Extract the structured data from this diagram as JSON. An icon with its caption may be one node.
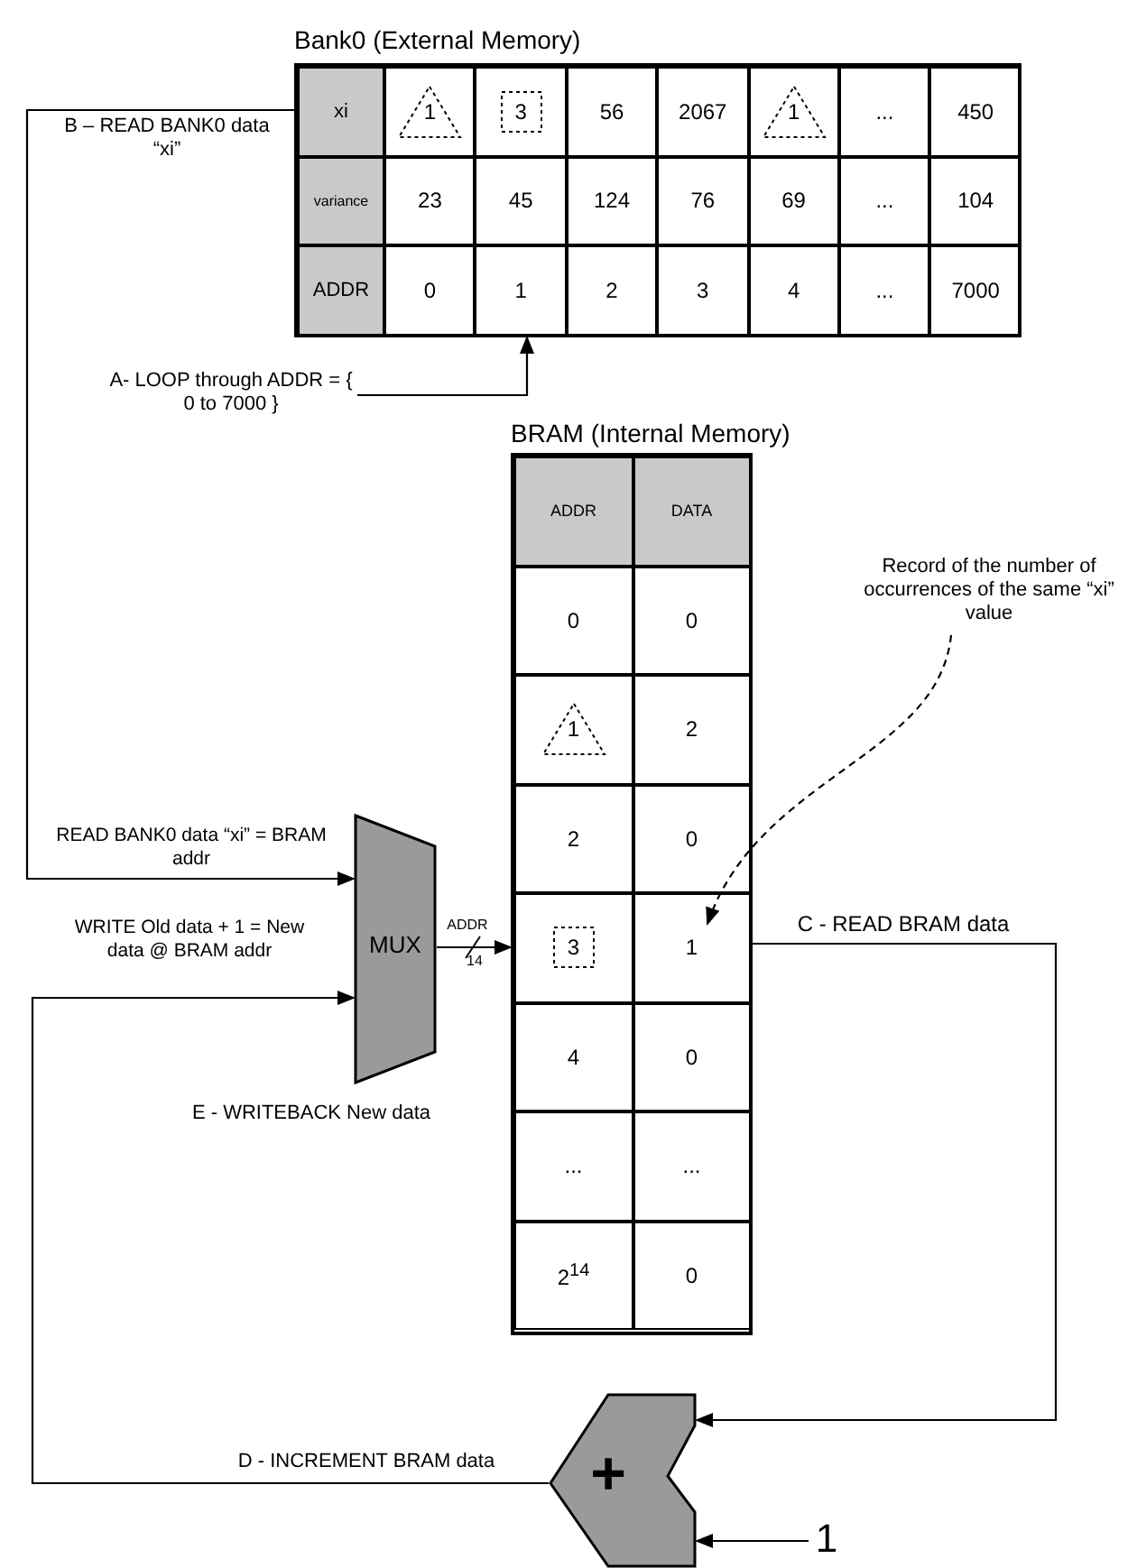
{
  "diagram": {
    "nodes": [
      {
        "text": [
          "Bank0 (External Memory)"
        ]
      },
      {
        "text": [
          "A- LOOP through ADDR = { 0 to 7000 }"
        ]
      },
      {
        "text": [
          "BRAM (Internal Memory)"
        ]
      },
      {
        "text": [
          "MUX"
        ]
      },
      {
        "text": [
          "+"
        ]
      },
      {
        "text": [
          "1"
        ]
      },
      {
        "text": [
          "Record of the number of occurrences of the same “xi” value"
        ]
      }
    ],
    "edges": [
      {
        "from": 1,
        "to": 0,
        "arrow": "to"
      },
      {
        "from": 0,
        "to": 3,
        "arrow": "to",
        "label": "READ BANK0 data “xi” = BRAM addr"
      },
      {
        "from": 3,
        "to": 2,
        "arrow": "to",
        "label": "ADDR"
      },
      {
        "from": 2,
        "to": 4,
        "arrow": "to",
        "label": "C - READ BRAM data"
      },
      {
        "from": 4,
        "to": 3,
        "arrow": "to",
        "label": "WRITE Old data + 1 = New data @ BRAM addr"
      },
      {
        "from": 5,
        "to": 4,
        "arrow": "to"
      },
      {
        "from": 6,
        "to": 2,
        "arrow": "to",
        "style": "dashed"
      }
    ],
    "labels": [
      "B – READ BANK0 data “xi”",
      "xi",
      "1",
      "3",
      "56",
      "2067",
      "1",
      "...",
      "450",
      "variance",
      "23",
      "45",
      "124",
      "76",
      "69",
      "...",
      "104",
      "ADDR",
      "0",
      "1",
      "2",
      "3",
      "4",
      "...",
      "7000",
      "ADDR",
      "DATA",
      "0",
      "0",
      "1",
      "2",
      "2",
      "0",
      "3",
      "1",
      "4",
      "0",
      "...",
      "...",
      "2$^{14}$",
      "0",
      "14",
      "E - WRITEBACK New data",
      "D - INCREMENT BRAM data"
    ]
  }
}
